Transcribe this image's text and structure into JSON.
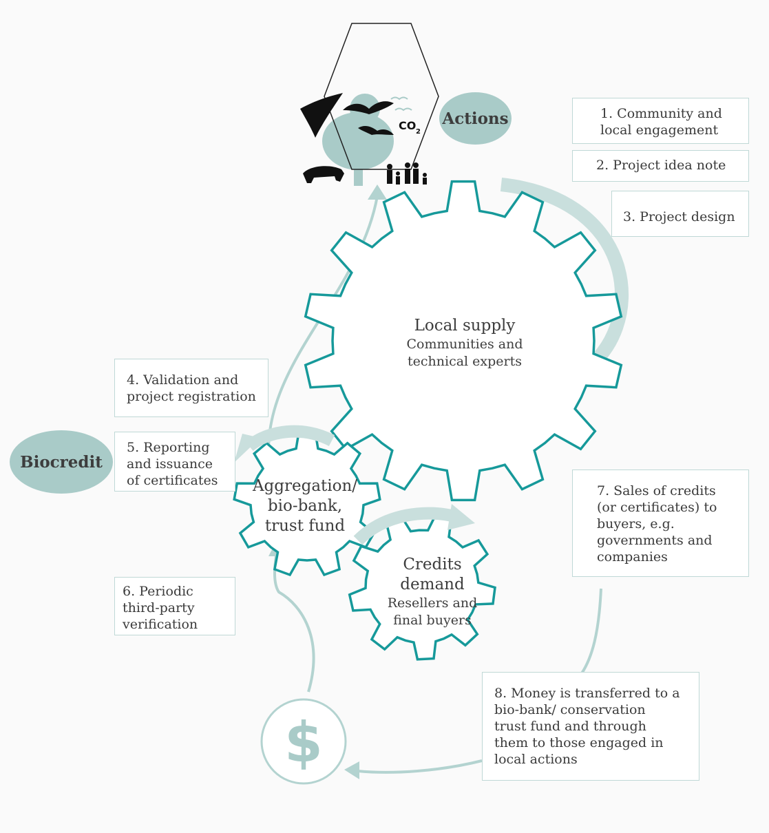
{
  "colors": {
    "gear": "#16999a",
    "arrow": "#c9dfdd",
    "flow": "#b3d3d0",
    "pill": "#a9cbc8",
    "box_border": "#bfd8d6",
    "text": "#3a3a3a"
  },
  "actions_label": "Actions",
  "biocredit_label": "Biocredit",
  "co2_label": "CO",
  "co2_sub": "2",
  "dollar_symbol": "$",
  "gears": {
    "local": {
      "title": "Local supply",
      "line1": "Communities and",
      "line2": "technical experts"
    },
    "aggregation": {
      "line1": "Aggregation/",
      "line2": "bio-bank,",
      "line3": "trust fund"
    },
    "credits": {
      "line1": "Credits",
      "line2": "demand",
      "line3": "Resellers and",
      "line4": "final buyers"
    }
  },
  "steps": {
    "s1": {
      "line1": "1. Community and",
      "line2": "local engagement"
    },
    "s2": {
      "line1": "2. Project idea note"
    },
    "s3": {
      "line1": "3. Project design"
    },
    "s4": {
      "line1": "4. Validation and",
      "line2": "project registration"
    },
    "s5": {
      "line1": "5. Reporting",
      "line2": "and issuance",
      "line3": "of certificates"
    },
    "s6": {
      "line1": "6. Periodic",
      "line2": "third-party",
      "line3": "verification"
    },
    "s7": {
      "line1": "7. Sales of credits",
      "line2": "(or certificates) to",
      "line3": "buyers, e.g.",
      "line4": "governments and",
      "line5": "companies"
    },
    "s8": {
      "line1": "8. Money is transferred to a",
      "line2": "bio-bank/ conservation",
      "line3": "trust fund and through",
      "line4": "them to those engaged in",
      "line5": "local actions"
    }
  }
}
